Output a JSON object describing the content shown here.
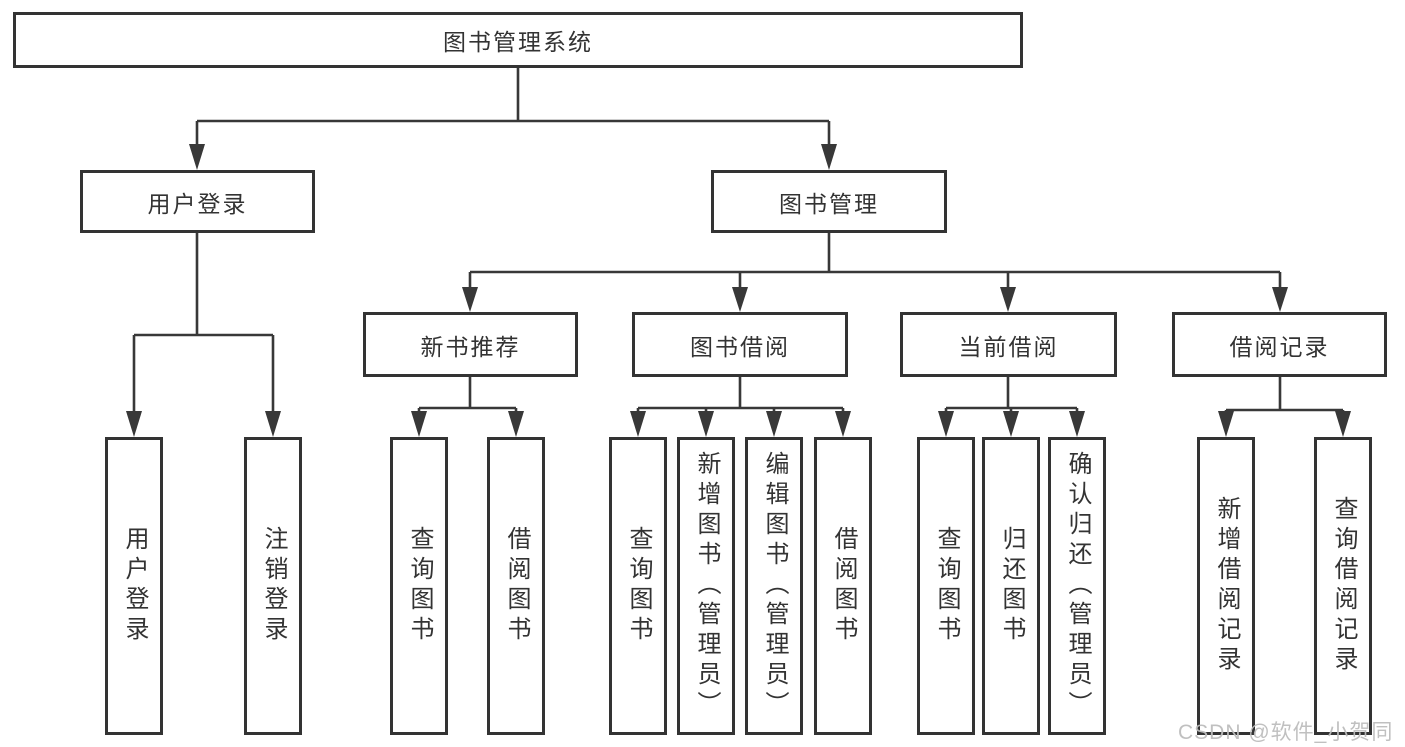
{
  "colors": {
    "background": "#ffffff",
    "line": "#383838",
    "box_border": "#333333",
    "text": "#333333",
    "watermark": "#bdbdbd"
  },
  "watermark": {
    "text": "CSDN @软件_小贺同学"
  },
  "nodes": {
    "root": {
      "label": "图书管理系统"
    },
    "user_login": {
      "label": "用户登录"
    },
    "book_mgmt": {
      "label": "图书管理"
    },
    "new_book_rec": {
      "label": "新书推荐"
    },
    "book_borrow": {
      "label": "图书借阅"
    },
    "current_borrow": {
      "label": "当前借阅"
    },
    "borrow_records": {
      "label": "借阅记录"
    },
    "login": {
      "label": "用户登录"
    },
    "logout": {
      "label": "注销登录"
    },
    "rec_query_book": {
      "label": "查询图书"
    },
    "rec_borrow_book": {
      "label": "借阅图书"
    },
    "bb_query_book": {
      "label": "查询图书"
    },
    "bb_add_book": {
      "label": "新增图书（管理员）"
    },
    "bb_edit_book": {
      "label": "编辑图书（管理员）"
    },
    "bb_borrow_book": {
      "label": "借阅图书"
    },
    "cb_query_book": {
      "label": "查询图书"
    },
    "cb_return_book": {
      "label": "归还图书"
    },
    "cb_confirm_return": {
      "label": "确认归还（管理员）"
    },
    "br_add_record": {
      "label": "新增借阅记录"
    },
    "br_query_record": {
      "label": "查询借阅记录"
    }
  },
  "hierarchy": {
    "图书管理系统": {
      "用户登录": [
        "用户登录",
        "注销登录"
      ],
      "图书管理": {
        "新书推荐": [
          "查询图书",
          "借阅图书"
        ],
        "图书借阅": [
          "查询图书",
          "新增图书（管理员）",
          "编辑图书（管理员）",
          "借阅图书"
        ],
        "当前借阅": [
          "查询图书",
          "归还图书",
          "确认归还（管理员）"
        ],
        "借阅记录": [
          "新增借阅记录",
          "查询借阅记录"
        ]
      }
    }
  }
}
